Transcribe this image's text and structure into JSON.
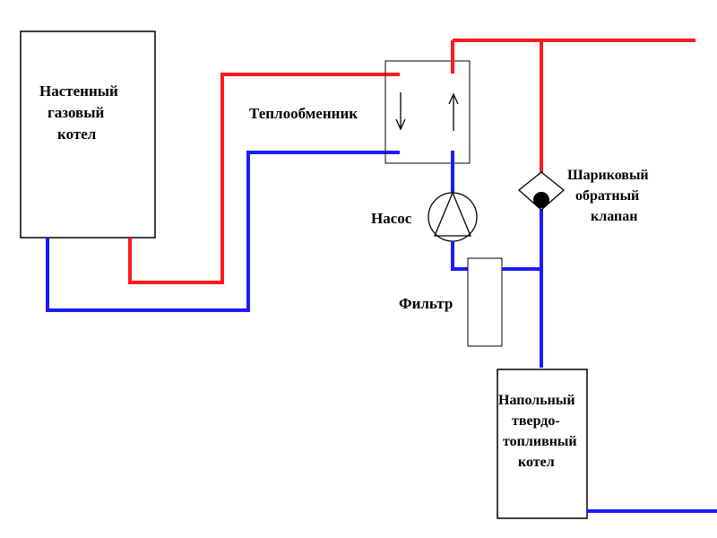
{
  "labels": {
    "wall_boiler": [
      "Настенный",
      "газовый",
      "котел"
    ],
    "heat_exchanger": "Теплообменник",
    "pump": "Насос",
    "filter": "Фильтр",
    "check_valve": [
      "Шариковый",
      "обратный",
      "клапан"
    ],
    "floor_boiler": [
      "Напольный",
      "твердо-",
      "топливный",
      "котел"
    ]
  },
  "colors": {
    "hot_pipe": "#ff1a1a",
    "cold_pipe": "#1a1aff",
    "outline": "#000000",
    "valve_ball": "#000000"
  },
  "icons": {
    "hx_flow_down": "arrow-down-icon",
    "hx_flow_up": "arrow-up-icon",
    "pump": "pump-icon",
    "check_valve": "check-valve-icon"
  }
}
